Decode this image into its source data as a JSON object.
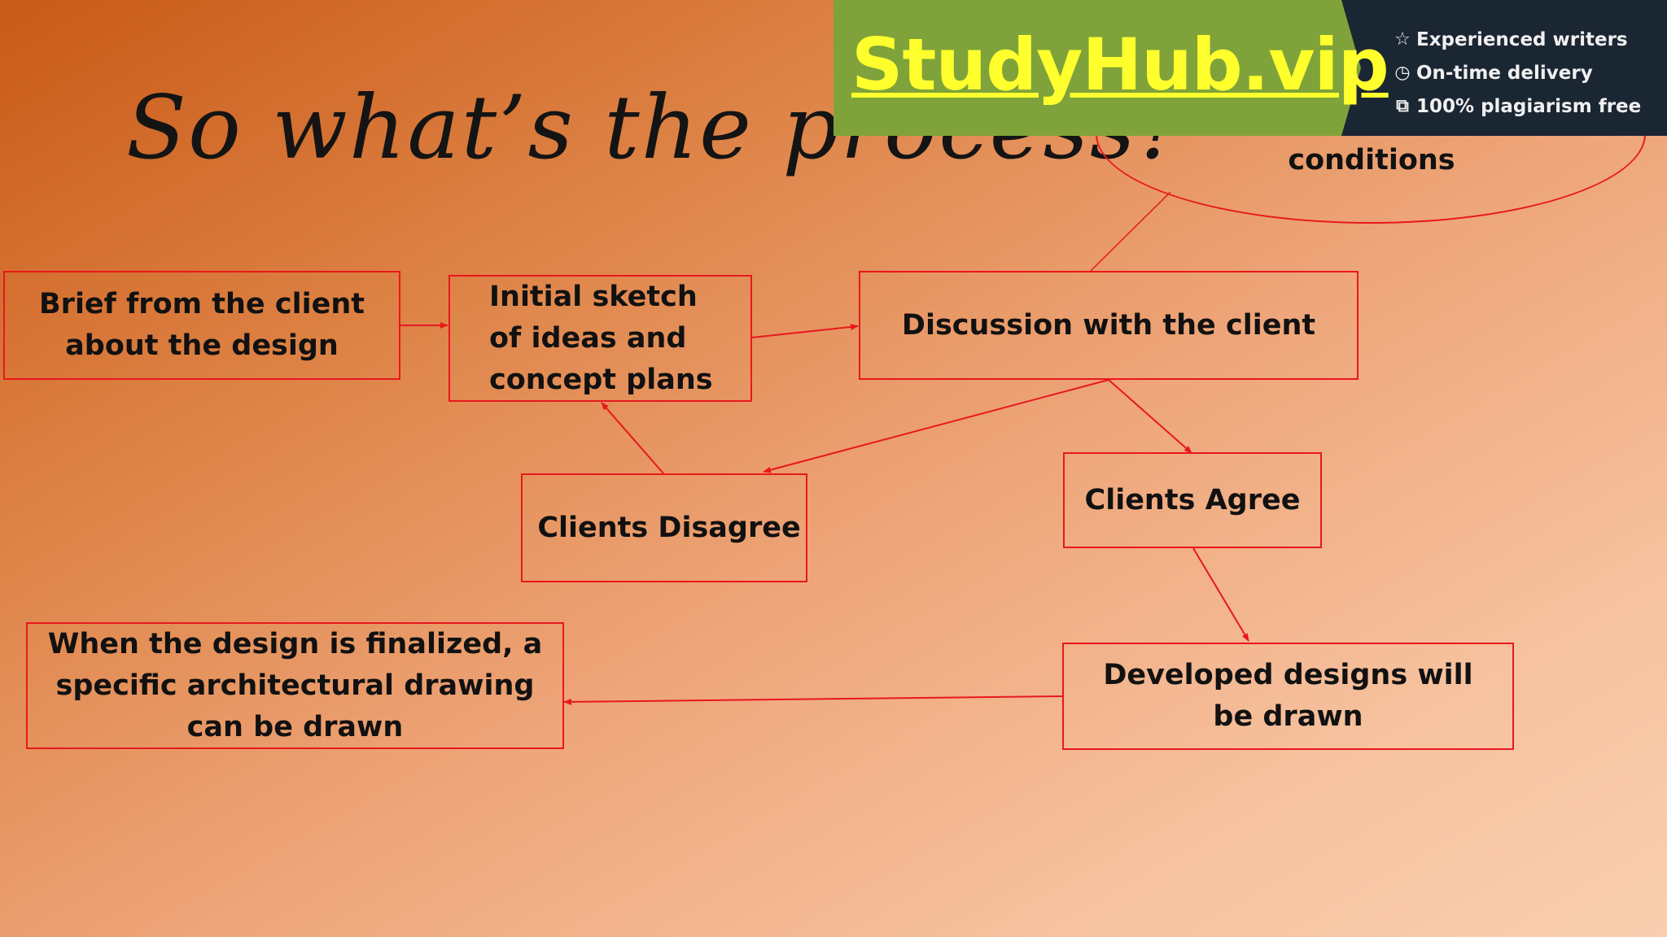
{
  "slide": {
    "title": "So what’s the process?"
  },
  "diagram": {
    "nodes": {
      "brief": "Brief from the client about the design",
      "sketch": "Initial sketch of ideas and concept plans",
      "discussion": "Discussion with the client",
      "disagree": "Clients Disagree",
      "agree": "Clients Agree",
      "developed": "Developed designs will be drawn",
      "finalized": "When the design is finalized, a specific architectural drawing can be drawn",
      "conditions": "conditions"
    },
    "edges": [
      {
        "from": "brief",
        "to": "sketch"
      },
      {
        "from": "sketch",
        "to": "discussion"
      },
      {
        "from": "discussion",
        "to": "disagree"
      },
      {
        "from": "disagree",
        "to": "sketch"
      },
      {
        "from": "discussion",
        "to": "agree"
      },
      {
        "from": "agree",
        "to": "developed"
      },
      {
        "from": "developed",
        "to": "finalized"
      },
      {
        "from": "discussion",
        "to": "conditions"
      }
    ],
    "colors": {
      "border": "#e8181c",
      "text": "#111111"
    }
  },
  "ad": {
    "logo": "StudyHub.vip",
    "features": [
      {
        "icon": "star-icon",
        "text": "Experienced writers"
      },
      {
        "icon": "clock-icon",
        "text": "On-time delivery"
      },
      {
        "icon": "copy-icon",
        "text": "100% plagiarism free"
      }
    ],
    "colors": {
      "green": "#7fa33a",
      "dark": "#1b2633",
      "logo": "#ffff2e"
    }
  }
}
